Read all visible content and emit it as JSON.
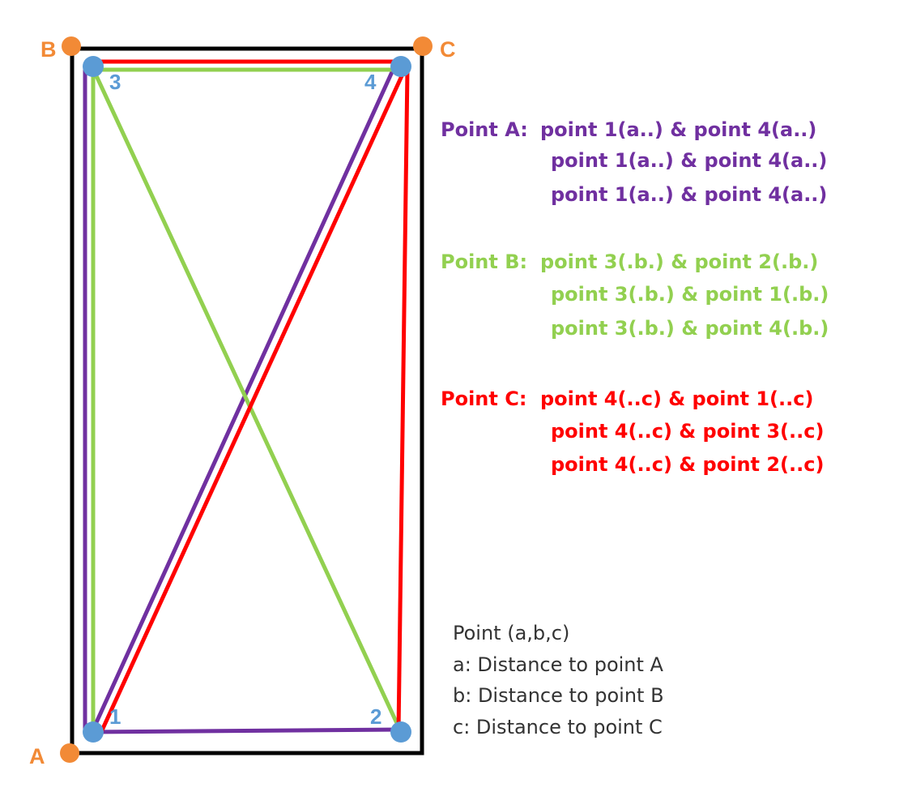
{
  "colors": {
    "frame": "#000000",
    "corner": "#f28a36",
    "point": "#5b9bd5",
    "purple": "#7030a0",
    "green": "#92d050",
    "red": "#ff0000",
    "key_text": "#333333"
  },
  "corners": {
    "A": "A",
    "B": "B",
    "C": "C"
  },
  "points": {
    "p1": "1",
    "p2": "2",
    "p3": "3",
    "p4": "4"
  },
  "legend": {
    "point_a": {
      "title": "Point A:",
      "lines": [
        "point 1(a..) & point 4(a..)",
        "point 1(a..) & point 4(a..)",
        "point 1(a..) & point 4(a..)"
      ]
    },
    "point_b": {
      "title": "Point B:",
      "lines": [
        "point 3(.b.) & point 2(.b.)",
        "point 3(.b.) & point 1(.b.)",
        "point 3(.b.) & point 4(.b.)"
      ]
    },
    "point_c": {
      "title": "Point C:",
      "lines": [
        "point 4(..c) & point 1(..c)",
        "point 4(..c) & point 3(..c)",
        "point 4(..c) & point 2(..c)"
      ]
    }
  },
  "key": {
    "heading": "Point (a,b,c)",
    "a": "a: Distance to point A",
    "b": "b: Distance to point B",
    "c": "c: Distance to point C"
  }
}
